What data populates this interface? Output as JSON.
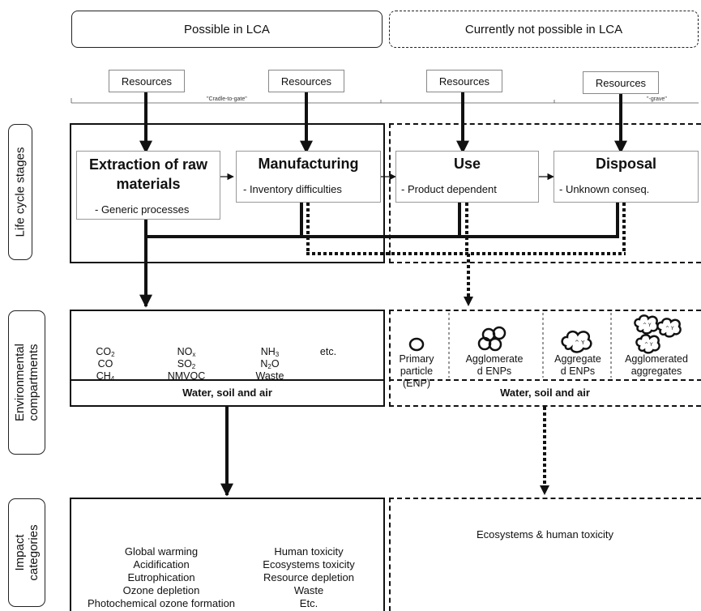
{
  "headers": {
    "possible": "Possible in LCA",
    "not_possible": "Currently not possible in LCA"
  },
  "resources_label": "Resources",
  "scale": {
    "cradle": "\"Cradle-to-gate\"",
    "grave": "\"-grave\""
  },
  "side_labels": {
    "life_cycle": "Life cycle stages",
    "env_1": "Environmental",
    "env_2": "compartments",
    "impact_1": "Impact",
    "impact_2": "categories"
  },
  "stages": {
    "extraction": {
      "title_1": "Extraction of raw",
      "title_2": "materials",
      "sub": "- Generic processes"
    },
    "manufacturing": {
      "title": "Manufacturing",
      "sub": "- Inventory difficulties"
    },
    "use": {
      "title": "Use",
      "sub": "- Product dependent"
    },
    "disposal": {
      "title": "Disposal",
      "sub": "- Unknown conseq."
    }
  },
  "emissions": {
    "co2": {
      "base": "CO",
      "sub": "2"
    },
    "co": "CO",
    "ch4": {
      "base": "CH",
      "sub": "4"
    },
    "nox": {
      "base": "NO",
      "sub": "x"
    },
    "so2": {
      "base": "SO",
      "sub": "2"
    },
    "nmvoc": "NMVOC",
    "nh3": {
      "base": "NH",
      "sub": "3"
    },
    "n2o": {
      "base": "N",
      "sub": "2",
      "rest": "O"
    },
    "waste": "Waste",
    "etc": "etc."
  },
  "particles": {
    "primary": [
      "Primary",
      "particle",
      "(ENP)"
    ],
    "agglomerated_enps": [
      "Agglomerate",
      "d ENPs"
    ],
    "aggregated_enps": [
      "Aggregate",
      "d ENPs"
    ],
    "agglomerated_aggregates": [
      "Agglomerated",
      "aggregates"
    ]
  },
  "compartment_label": "Water, soil and air",
  "impacts_left": [
    "Global warming",
    "Acidification",
    "Eutrophication",
    "Ozone depletion",
    "Photochemical ozone formation"
  ],
  "impacts_right": [
    "Human toxicity",
    "Ecosystems toxicity",
    "Resource depletion",
    "Waste",
    "Etc."
  ],
  "impacts_unknown": "Ecosystems & human toxicity"
}
